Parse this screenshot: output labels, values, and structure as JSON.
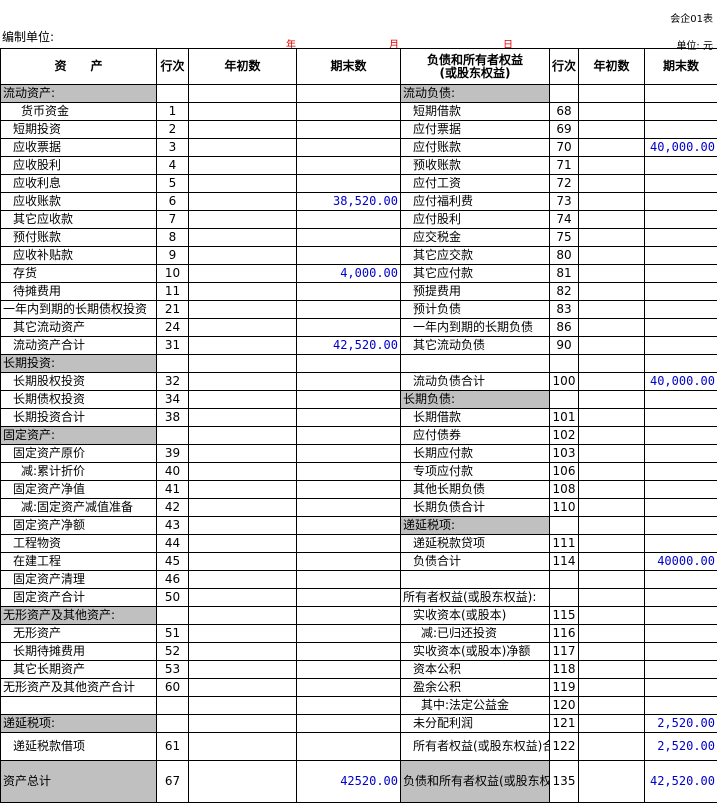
{
  "form_code": "会企01表",
  "unit_label": "编制单位:",
  "date": {
    "year": "年",
    "month": "月",
    "day": "日"
  },
  "currency": "单位: 元",
  "header": {
    "asset": "资　　产",
    "line_no": "行次",
    "begin": "年初数",
    "end": "期末数",
    "liab": "负债和所有者权益\n(或股东权益)",
    "line_no2": "行次",
    "begin2": "年初数",
    "end2": "期末数"
  },
  "rows": [
    {
      "l_label": "流动资产:",
      "l_no": "",
      "l_begin": "",
      "l_end": "",
      "r_label": "流动负债:",
      "r_no": "",
      "r_begin": "",
      "r_end": "",
      "l_sec": true,
      "r_sec": true
    },
    {
      "l_label": "货币资金",
      "l_no": "1",
      "l_begin": "",
      "l_end": "",
      "r_label": "短期借款",
      "r_no": "68",
      "r_begin": "",
      "r_end": "",
      "l_ind": 2,
      "r_ind": 1
    },
    {
      "l_label": "短期投资",
      "l_no": "2",
      "l_begin": "",
      "l_end": "",
      "r_label": "应付票据",
      "r_no": "69",
      "r_begin": "",
      "r_end": "",
      "l_ind": 1,
      "r_ind": 1
    },
    {
      "l_label": "应收票据",
      "l_no": "3",
      "l_begin": "",
      "l_end": "",
      "r_label": "应付账款",
      "r_no": "70",
      "r_begin": "",
      "r_end": "40,000.00",
      "l_ind": 1,
      "r_ind": 1
    },
    {
      "l_label": "应收股利",
      "l_no": "4",
      "l_begin": "",
      "l_end": "",
      "r_label": "预收账款",
      "r_no": "71",
      "r_begin": "",
      "r_end": "",
      "l_ind": 1,
      "r_ind": 1
    },
    {
      "l_label": "应收利息",
      "l_no": "5",
      "l_begin": "",
      "l_end": "",
      "r_label": "应付工资",
      "r_no": "72",
      "r_begin": "",
      "r_end": "",
      "l_ind": 1,
      "r_ind": 1
    },
    {
      "l_label": "应收账款",
      "l_no": "6",
      "l_begin": "",
      "l_end": "38,520.00",
      "r_label": "应付福利费",
      "r_no": "73",
      "r_begin": "",
      "r_end": "",
      "l_ind": 1,
      "r_ind": 1
    },
    {
      "l_label": "其它应收款",
      "l_no": "7",
      "l_begin": "",
      "l_end": "",
      "r_label": "应付股利",
      "r_no": "74",
      "r_begin": "",
      "r_end": "",
      "l_ind": 1,
      "r_ind": 1
    },
    {
      "l_label": "预付账款",
      "l_no": "8",
      "l_begin": "",
      "l_end": "",
      "r_label": "应交税金",
      "r_no": "75",
      "r_begin": "",
      "r_end": "",
      "l_ind": 1,
      "r_ind": 1
    },
    {
      "l_label": "应收补贴款",
      "l_no": "9",
      "l_begin": "",
      "l_end": "",
      "r_label": "其它应交款",
      "r_no": "80",
      "r_begin": "",
      "r_end": "",
      "l_ind": 1,
      "r_ind": 1
    },
    {
      "l_label": "存货",
      "l_no": "10",
      "l_begin": "",
      "l_end": "4,000.00",
      "r_label": "其它应付款",
      "r_no": "81",
      "r_begin": "",
      "r_end": "",
      "l_ind": 1,
      "r_ind": 1
    },
    {
      "l_label": "待摊费用",
      "l_no": "11",
      "l_begin": "",
      "l_end": "",
      "r_label": "预提费用",
      "r_no": "82",
      "r_begin": "",
      "r_end": "",
      "l_ind": 1,
      "r_ind": 1
    },
    {
      "l_label": "一年内到期的长期债权投资",
      "l_no": "21",
      "l_begin": "",
      "l_end": "",
      "r_label": "预计负债",
      "r_no": "83",
      "r_begin": "",
      "r_end": "",
      "l_ind": 0,
      "r_ind": 1
    },
    {
      "l_label": "其它流动资产",
      "l_no": "24",
      "l_begin": "",
      "l_end": "",
      "r_label": "一年内到期的长期负债",
      "r_no": "86",
      "r_begin": "",
      "r_end": "",
      "l_ind": 1,
      "r_ind": 1
    },
    {
      "l_label": "流动资产合计",
      "l_no": "31",
      "l_begin": "",
      "l_end": "42,520.00",
      "r_label": "其它流动负债",
      "r_no": "90",
      "r_begin": "",
      "r_end": "",
      "l_ind": 1,
      "r_ind": 1
    },
    {
      "l_label": "长期投资:",
      "l_no": "",
      "l_begin": "",
      "l_end": "",
      "r_label": "",
      "r_no": "",
      "r_begin": "",
      "r_end": "",
      "l_sec": true
    },
    {
      "l_label": "长期股权投资",
      "l_no": "32",
      "l_begin": "",
      "l_end": "",
      "r_label": "流动负债合计",
      "r_no": "100",
      "r_begin": "",
      "r_end": "40,000.00",
      "l_ind": 1,
      "r_ind": 1,
      "bt": true
    },
    {
      "l_label": "长期债权投资",
      "l_no": "34",
      "l_begin": "",
      "l_end": "",
      "r_label": "长期负债:",
      "r_no": "",
      "r_begin": "",
      "r_end": "",
      "l_ind": 1,
      "r_sec": true
    },
    {
      "l_label": "长期投资合计",
      "l_no": "38",
      "l_begin": "",
      "l_end": "",
      "r_label": "长期借款",
      "r_no": "101",
      "r_begin": "",
      "r_end": "",
      "l_ind": 1,
      "r_ind": 1
    },
    {
      "l_label": "固定资产:",
      "l_no": "",
      "l_begin": "",
      "l_end": "",
      "r_label": "应付债券",
      "r_no": "102",
      "r_begin": "",
      "r_end": "",
      "l_sec": true,
      "r_ind": 1
    },
    {
      "l_label": "固定资产原价",
      "l_no": "39",
      "l_begin": "",
      "l_end": "",
      "r_label": "长期应付款",
      "r_no": "103",
      "r_begin": "",
      "r_end": "",
      "l_ind": 1,
      "r_ind": 1
    },
    {
      "l_label": "减:累计折价",
      "l_no": "40",
      "l_begin": "",
      "l_end": "",
      "r_label": "专项应付款",
      "r_no": "106",
      "r_begin": "",
      "r_end": "",
      "l_ind": 2,
      "r_ind": 1
    },
    {
      "l_label": "固定资产净值",
      "l_no": "41",
      "l_begin": "",
      "l_end": "",
      "r_label": "其他长期负债",
      "r_no": "108",
      "r_begin": "",
      "r_end": "",
      "l_ind": 1,
      "r_ind": 1
    },
    {
      "l_label": "减:固定资产减值准备",
      "l_no": "42",
      "l_begin": "",
      "l_end": "",
      "r_label": "长期负债合计",
      "r_no": "110",
      "r_begin": "",
      "r_end": "",
      "l_ind": 2,
      "r_ind": 1
    },
    {
      "l_label": "固定资产净额",
      "l_no": "43",
      "l_begin": "",
      "l_end": "",
      "r_label": "递延税项:",
      "r_no": "",
      "r_begin": "",
      "r_end": "",
      "l_ind": 1,
      "r_sec": true
    },
    {
      "l_label": "工程物资",
      "l_no": "44",
      "l_begin": "",
      "l_end": "",
      "r_label": "递延税款贷项",
      "r_no": "111",
      "r_begin": "",
      "r_end": "",
      "l_ind": 1,
      "r_ind": 1
    },
    {
      "l_label": "在建工程",
      "l_no": "45",
      "l_begin": "",
      "l_end": "",
      "r_label": "负债合计",
      "r_no": "114",
      "r_begin": "",
      "r_end": "40000.00",
      "l_ind": 1,
      "r_ind": 1,
      "bt": true
    },
    {
      "l_label": "固定资产清理",
      "l_no": "46",
      "l_begin": "",
      "l_end": "",
      "r_label": "",
      "r_no": "",
      "r_begin": "",
      "r_end": "",
      "l_ind": 1
    },
    {
      "l_label": "固定资产合计",
      "l_no": "50",
      "l_begin": "",
      "l_end": "",
      "r_label": "所有者权益(或股东权益):",
      "r_no": "",
      "r_begin": "",
      "r_end": "",
      "l_ind": 1,
      "r_ind": 0
    },
    {
      "l_label": "无形资产及其他资产:",
      "l_no": "",
      "l_begin": "",
      "l_end": "",
      "r_label": "实收资本(或股本)",
      "r_no": "115",
      "r_begin": "",
      "r_end": "",
      "l_sec": true,
      "r_ind": 1
    },
    {
      "l_label": "无形资产",
      "l_no": "51",
      "l_begin": "",
      "l_end": "",
      "r_label": "减:已归还投资",
      "r_no": "116",
      "r_begin": "",
      "r_end": "",
      "l_ind": 1,
      "r_ind": 2
    },
    {
      "l_label": "长期待摊费用",
      "l_no": "52",
      "l_begin": "",
      "l_end": "",
      "r_label": "实收资本(或股本)净额",
      "r_no": "117",
      "r_begin": "",
      "r_end": "",
      "l_ind": 1,
      "r_ind": 1
    },
    {
      "l_label": "其它长期资产",
      "l_no": "53",
      "l_begin": "",
      "l_end": "",
      "r_label": "资本公积",
      "r_no": "118",
      "r_begin": "",
      "r_end": "",
      "l_ind": 1,
      "r_ind": 1
    },
    {
      "l_label": "无形资产及其他资产合计",
      "l_no": "60",
      "l_begin": "",
      "l_end": "",
      "r_label": "盈余公积",
      "r_no": "119",
      "r_begin": "",
      "r_end": "",
      "l_ind": 0,
      "r_ind": 1
    },
    {
      "l_label": "",
      "l_no": "",
      "l_begin": "",
      "l_end": "",
      "r_label": "其中:法定公益金",
      "r_no": "120",
      "r_begin": "",
      "r_end": "",
      "r_ind": 2
    },
    {
      "l_label": "递延税项:",
      "l_no": "",
      "l_begin": "",
      "l_end": "",
      "r_label": "未分配利润",
      "r_no": "121",
      "r_begin": "",
      "r_end": "2,520.00",
      "l_sec": true,
      "r_ind": 1,
      "bt": true
    },
    {
      "l_label": "递延税款借项",
      "l_no": "61",
      "l_begin": "",
      "l_end": "",
      "r_label": "所有者权益(或股东权益)合计",
      "r_no": "122",
      "r_begin": "",
      "r_end": "2,520.00",
      "l_ind": 1,
      "r_ind": 1,
      "tall": true,
      "bt": true
    },
    {
      "l_label": "资产总计",
      "l_no": "67",
      "l_begin": "",
      "l_end": "42520.00",
      "r_label": "负债和所有者权益(或股东权益)总计",
      "r_no": "135",
      "r_begin": "",
      "r_end": "42,520.00",
      "l_sec": true,
      "r_sec": true,
      "tall2": true,
      "bt": true
    }
  ]
}
